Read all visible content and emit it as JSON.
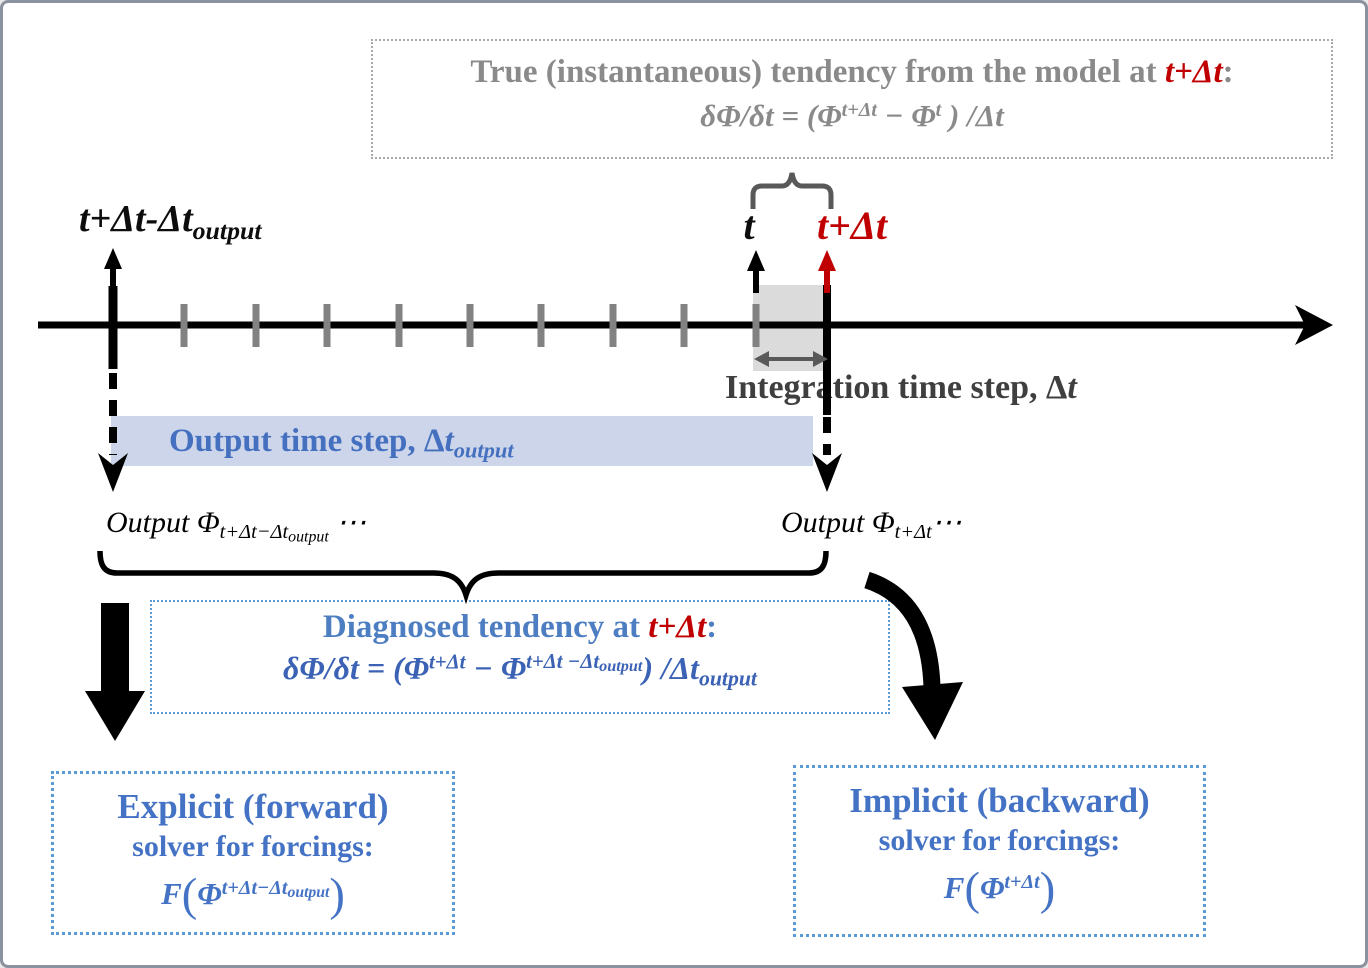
{
  "colors": {
    "accent_red": "#c00000",
    "blue_text": "#4472c4",
    "blue_formula": "#3b62b5",
    "blue_border": "#5b9bd5",
    "gray_text": "#8a8a8a",
    "dark_gray_text": "#3f3f3f",
    "output_bar_fill": "#ccd5ea",
    "integration_shade_fill": "#d9d9d9",
    "minor_tick_gray": "#828282",
    "brace_gray": "#595959"
  },
  "top_box": {
    "title_prefix": "True (instantaneous) tendency from the model at ",
    "title_time": "t+Δt",
    "colon": ":",
    "formula": {
      "p1": "δΦ/δt = (Φ",
      "sup1": "t+Δt",
      "p2": " − Φ",
      "sup2": "t",
      "p3": " ) /Δt"
    }
  },
  "timeline": {
    "left_point_label": {
      "main": "t+Δt-Δt",
      "sub": "output"
    },
    "t_label": "t",
    "t_plus_dt_label": "t+Δt",
    "integration_label": {
      "p1": "Integration time step, Δ",
      "t": "t"
    },
    "output_bar_label": {
      "p1": "Output time step,  Δ",
      "t": "t",
      "sub": "output"
    }
  },
  "outputs": {
    "left": {
      "word": "Output Φ",
      "sub_main": "t+Δt−Δt",
      "sub_nested": "output",
      "dots": " ⋯"
    },
    "right": {
      "word": "Output Φ",
      "sub_main": "t+Δt",
      "dots": "⋯"
    }
  },
  "diagnosed_box": {
    "title_prefix": "Diagnosed tendency at ",
    "title_time": "t+Δt",
    "colon": ":",
    "formula": {
      "p1": "δΦ/δt = (Φ",
      "sup1": "t+Δt",
      "p2": " − Φ",
      "sup2": "t+Δt −Δt",
      "sup2_sub": "output",
      "p3": ") /Δt",
      "sub": "output"
    }
  },
  "explicit_box": {
    "title": "Explicit (forward)",
    "subtitle": "solver for forcings:",
    "formula": {
      "f": "F",
      "lp": "(",
      "phi": "Φ",
      "sup": "t+Δt−Δt",
      "sup_sub": "output",
      "rp": ")"
    }
  },
  "implicit_box": {
    "title": "Implicit (backward)",
    "subtitle": "solver for forcings:",
    "formula": {
      "f": "F",
      "lp": "(",
      "phi": "Φ",
      "sup": "t+Δt",
      "rp": ")"
    }
  }
}
